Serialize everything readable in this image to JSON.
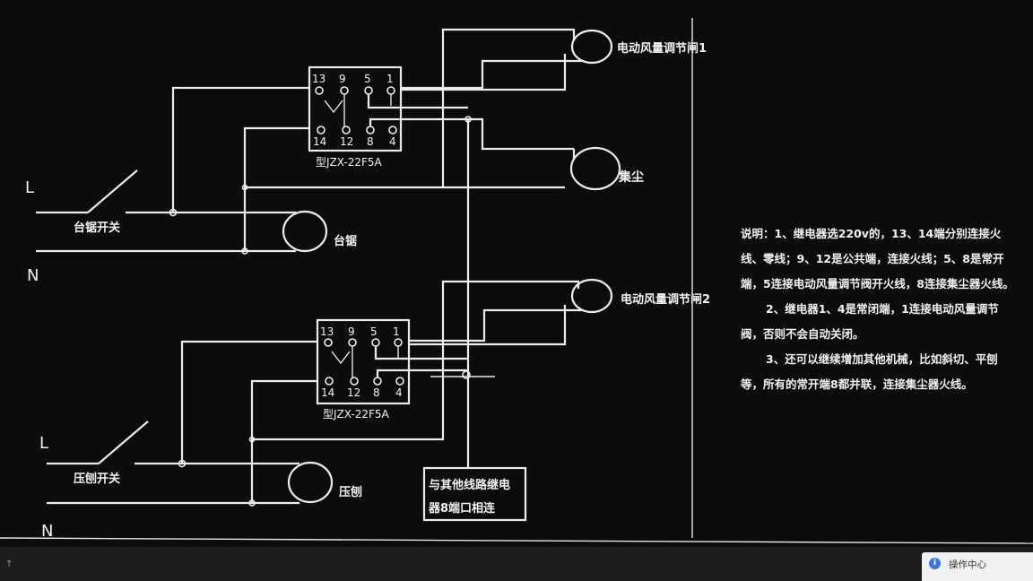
{
  "diagram": {
    "upper": {
      "relay_label": "型JZX-22F5A",
      "terminals_top": [
        "13",
        "9",
        "5",
        "1"
      ],
      "terminals_bottom": [
        "14",
        "12",
        "8",
        "4"
      ],
      "switch_label": "台锯开关",
      "line_L": "L",
      "line_N": "N",
      "load_saw": "台锯",
      "load_damper": "电动风量调节闸1",
      "load_dust": "集尘"
    },
    "lower": {
      "relay_label": "型JZX-22F5A",
      "terminals_top": [
        "13",
        "9",
        "5",
        "1"
      ],
      "terminals_bottom": [
        "14",
        "12",
        "8",
        "4"
      ],
      "switch_label": "压刨开关",
      "line_L": "L",
      "line_N": "N",
      "load_planer": "压刨",
      "load_damper": "电动风量调节闸2"
    },
    "connector_box": {
      "line1": "与其他线路继电",
      "line2": "器8端口相连"
    }
  },
  "notes": [
    "说明：1、继电器选220v的，13、14端分别连接火线、零线；9、12是公共端，连接火线；5、8是常开端，5连接电动风量调节阀开火线，8连接集尘器火线。",
    "2、继电器1、4是常闭端，1连接电动风量调节阀，否则不会自动关闭。",
    "3、还可以继续增加其他机械，比如斜切、平刨等，所有的常开端8都并联，连接集尘器火线。"
  ],
  "taskbar": {
    "left_text": "↑",
    "notification_title": "操作中心",
    "notification_icon": "info-icon"
  },
  "colors": {
    "background": "#0c0c0c",
    "line": "#ececec",
    "notification_icon": "#3a7bd5"
  }
}
